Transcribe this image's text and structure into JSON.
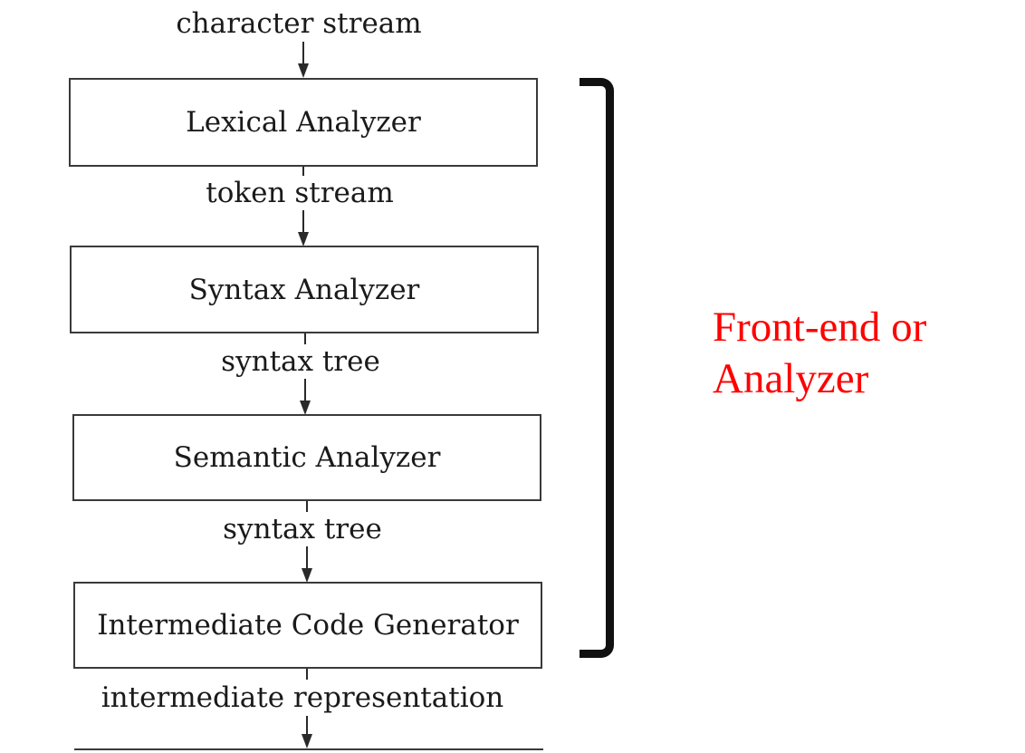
{
  "streams": {
    "s0": "character stream",
    "s1": "token stream",
    "s2": "syntax tree",
    "s3": "syntax tree",
    "s4": "intermediate representation"
  },
  "phases": {
    "p1": "Lexical Analyzer",
    "p2": "Syntax Analyzer",
    "p3": "Semantic Analyzer",
    "p4": "Intermediate Code Generator"
  },
  "group_label": {
    "line1": "Front-end or",
    "line2": "Analyzer"
  },
  "colors": {
    "group_label": "#ff0000",
    "bracket": "#111111",
    "box_border": "#3a3a3a"
  }
}
